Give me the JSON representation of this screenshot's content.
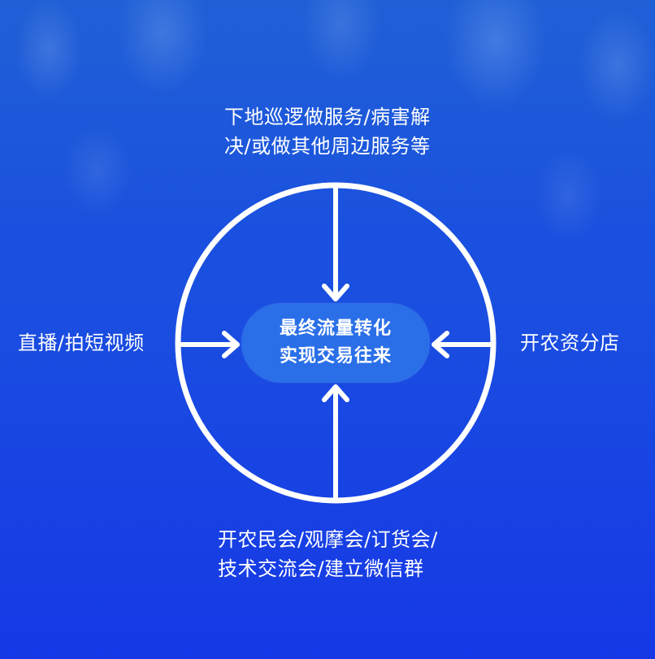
{
  "diagram": {
    "top_label": [
      "下地巡逻做服务/病害解",
      "决/或做其他周边服务等"
    ],
    "bottom_label": [
      "开农民会/观摩会/订货会/",
      "技术交流会/建立微信群"
    ],
    "left_label": "直播/拍短视频",
    "right_label": "开农资分店",
    "center_label": [
      "最终流量转化",
      "实现交易往来"
    ]
  },
  "colors": {
    "background": "#1a4fe0",
    "center_pill": "#2a6fe8",
    "stroke": "#ffffff"
  }
}
